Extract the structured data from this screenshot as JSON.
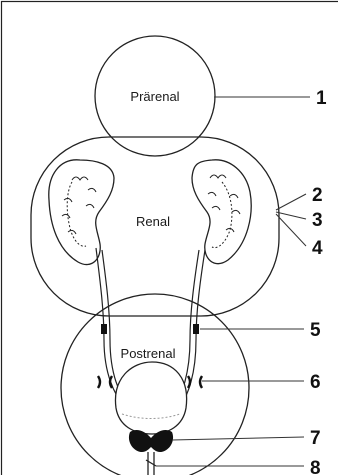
{
  "regions": {
    "prerenal": "Prärenal",
    "renal": "Renal",
    "postrenal": "Postrenal"
  },
  "markers": [
    "1",
    "2",
    "3",
    "4",
    "5",
    "6",
    "7",
    "8"
  ]
}
